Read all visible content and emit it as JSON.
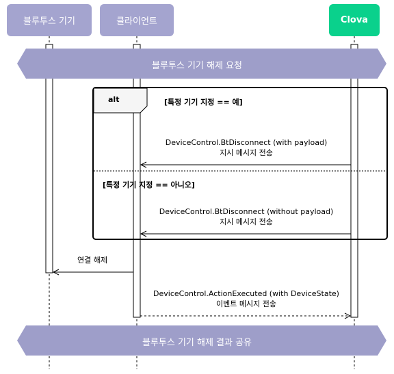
{
  "participants": [
    {
      "label": "블루투스 기기"
    },
    {
      "label": "클라이언트"
    },
    {
      "label": "Clova"
    }
  ],
  "banners": {
    "top": "블루투스 기기 해제 요청",
    "bottom": "블루투스 기기 해제 결과 공유"
  },
  "alt": {
    "keyword": "alt",
    "guard_1": "[특정 기기 지정 == 예]",
    "guard_2": "[특정 기기 지정 == 아니오]"
  },
  "messages": [
    {
      "line1": "DeviceControl.BtDisconnect (with payload)",
      "line2": "지시 메시지 전송"
    },
    {
      "line1": "DeviceControl.BtDisconnect (without payload)",
      "line2": "지시 메시지 전송"
    },
    {
      "line1": "연결 해제"
    },
    {
      "line1": "DeviceControl.ActionExecuted (with DeviceState)",
      "line2": "이벤트 메시지 전송"
    }
  ],
  "colors": {
    "participant": "#a4a4cf",
    "clova": "#0ad18c",
    "banner": "#9e9ec9"
  }
}
